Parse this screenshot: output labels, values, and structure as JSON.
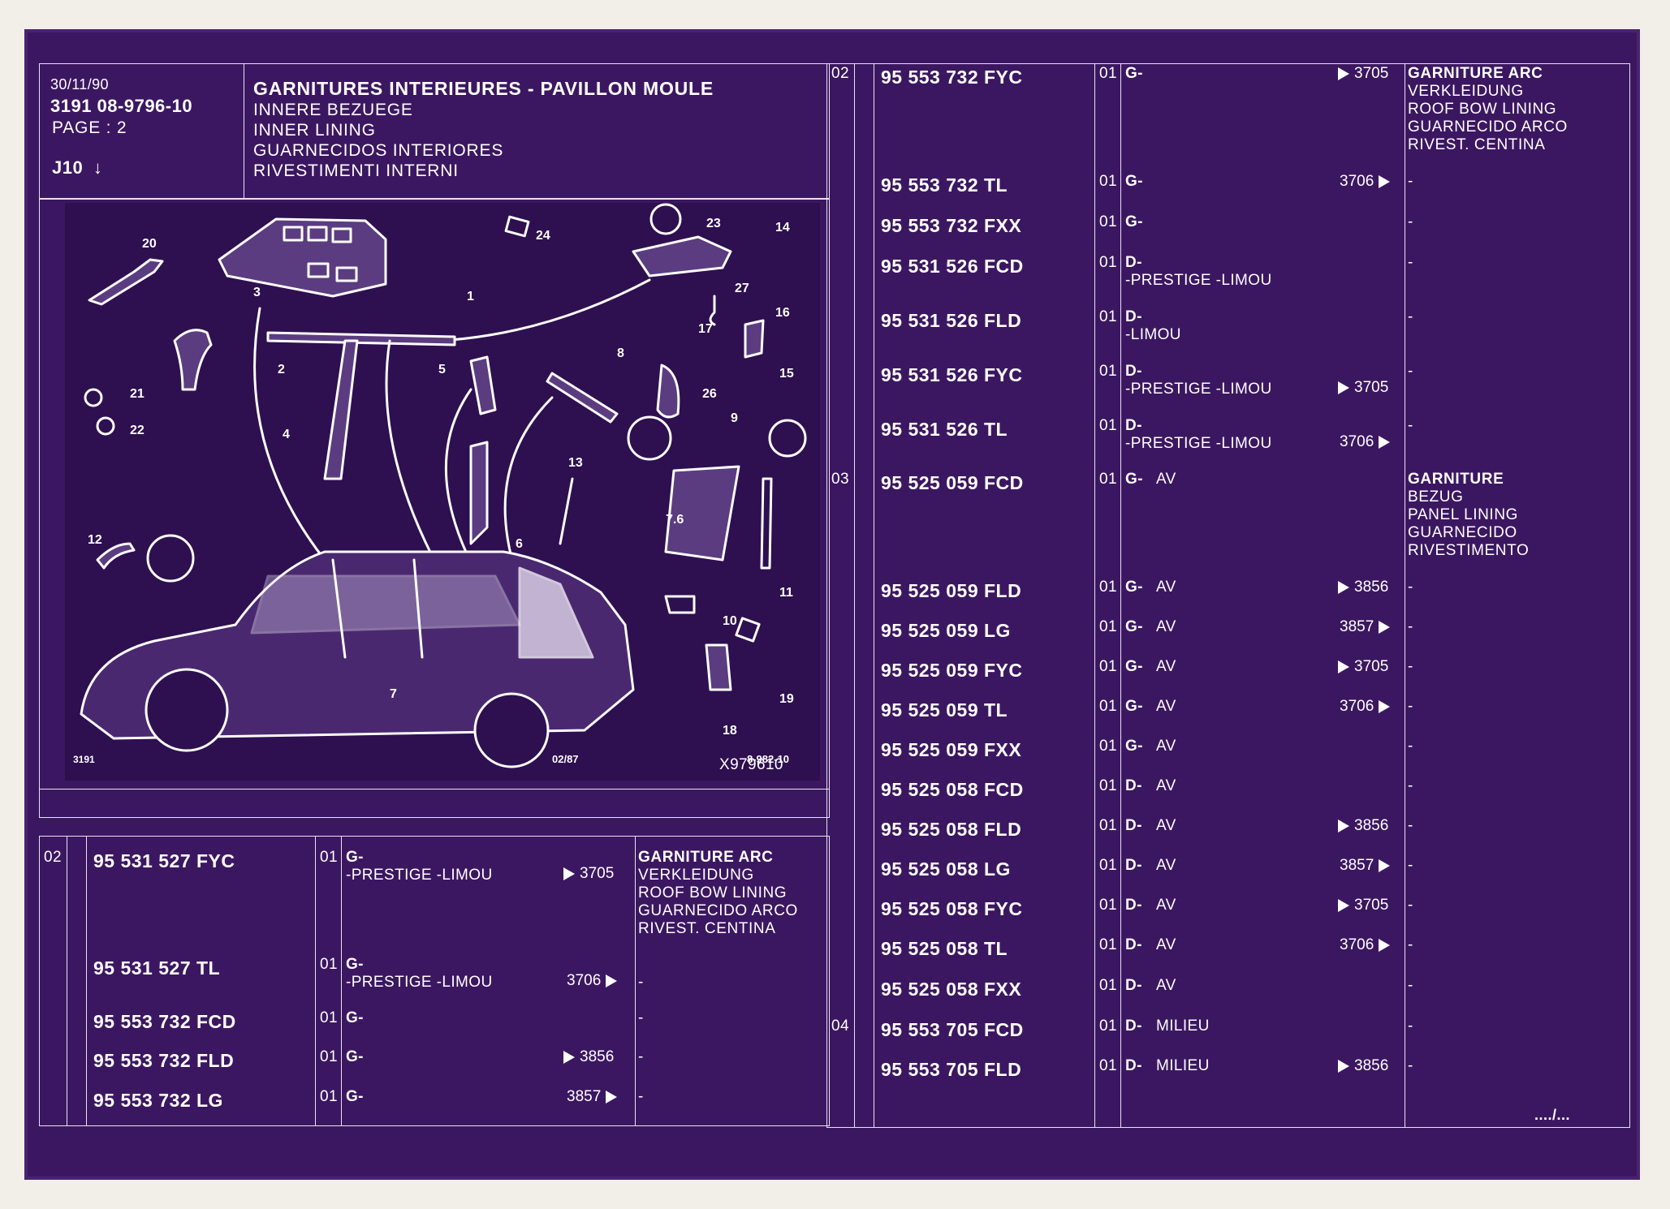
{
  "header": {
    "date": "30/11/90",
    "code": "3191  08-9796-10",
    "page": "PAGE : 2",
    "section": "J10",
    "title": "GARNITURES INTERIEURES - PAVILLON MOULE",
    "subtitles": [
      "INNERE BEZUEGE",
      "INNER LINING",
      "GUARNECIDOS INTERIORES",
      "RIVESTIMENTI INTERNI"
    ]
  },
  "diagram": {
    "labels": [
      "20",
      "3",
      "1",
      "24",
      "23",
      "14",
      "27",
      "17",
      "16",
      "2",
      "5",
      "8",
      "15",
      "21",
      "22",
      "4",
      "26",
      "9",
      "13",
      "7.6",
      "6",
      "12",
      "11",
      "10",
      "7",
      "19",
      "18"
    ],
    "footer_left": "3191",
    "footer_mid": "02/87",
    "footer_right": "8-982-10",
    "ref": "X979610"
  },
  "left_table": {
    "rows": [
      {
        "fig": "02",
        "part": "95 531 527 FYC",
        "qty": "01",
        "side": "G-",
        "note": "-PRESTIGE -LIMOU",
        "ref": "3705",
        "arrow": "left",
        "desc": [
          "GARNITURE ARC",
          "VERKLEIDUNG",
          "ROOF BOW LINING",
          "GUARNECIDO ARCO",
          "RIVEST. CENTINA"
        ]
      },
      {
        "fig": "",
        "part": "95 531 527 TL",
        "qty": "01",
        "side": "G-",
        "note": "-PRESTIGE -LIMOU",
        "ref": "3706",
        "arrow": "right",
        "desc": [
          "-"
        ]
      },
      {
        "fig": "",
        "part": "95 553 732 FCD",
        "qty": "01",
        "side": "G-",
        "note": "",
        "ref": "",
        "arrow": "",
        "desc": [
          "-"
        ]
      },
      {
        "fig": "",
        "part": "95 553 732 FLD",
        "qty": "01",
        "side": "G-",
        "note": "",
        "ref": "3856",
        "arrow": "left",
        "desc": [
          "-"
        ]
      },
      {
        "fig": "",
        "part": "95 553 732 LG",
        "qty": "01",
        "side": "G-",
        "note": "",
        "ref": "3857",
        "arrow": "right",
        "desc": [
          "-"
        ]
      }
    ]
  },
  "right_table": {
    "rows": [
      {
        "fig": "02",
        "part": "95 553 732 FYC",
        "qty": "01",
        "side": "G-",
        "pos": "",
        "note": "",
        "ref": "3705",
        "arrow": "left",
        "desc": [
          "GARNITURE ARC",
          "VERKLEIDUNG",
          "ROOF BOW LINING",
          "GUARNECIDO ARCO",
          "RIVEST. CENTINA"
        ]
      },
      {
        "fig": "",
        "part": "95 553 732 TL",
        "qty": "01",
        "side": "G-",
        "pos": "",
        "note": "",
        "ref": "3706",
        "arrow": "right",
        "desc": [
          "-"
        ]
      },
      {
        "fig": "",
        "part": "95 553 732 FXX",
        "qty": "01",
        "side": "G-",
        "pos": "",
        "note": "",
        "ref": "",
        "arrow": "",
        "desc": [
          "-"
        ]
      },
      {
        "fig": "",
        "part": "95 531 526 FCD",
        "qty": "01",
        "side": "D-",
        "pos": "",
        "note": "-PRESTIGE -LIMOU",
        "ref": "",
        "arrow": "",
        "desc": [
          "-"
        ]
      },
      {
        "fig": "",
        "part": "95 531 526 FLD",
        "qty": "01",
        "side": "D-",
        "pos": "",
        "note": "-LIMOU",
        "ref": "",
        "arrow": "",
        "desc": [
          "-"
        ]
      },
      {
        "fig": "",
        "part": "95 531 526 FYC",
        "qty": "01",
        "side": "D-",
        "pos": "",
        "note": "-PRESTIGE -LIMOU",
        "ref": "3705",
        "arrow": "left",
        "desc": [
          "-"
        ]
      },
      {
        "fig": "",
        "part": "95 531 526 TL",
        "qty": "01",
        "side": "D-",
        "pos": "",
        "note": "-PRESTIGE -LIMOU",
        "ref": "3706",
        "arrow": "right",
        "desc": [
          "-"
        ]
      },
      {
        "fig": "03",
        "part": "95 525 059 FCD",
        "qty": "01",
        "side": "G-",
        "pos": "AV",
        "note": "",
        "ref": "",
        "arrow": "",
        "desc": [
          "GARNITURE",
          "BEZUG",
          "PANEL LINING",
          "GUARNECIDO",
          "RIVESTIMENTO"
        ]
      },
      {
        "fig": "",
        "part": "95 525 059 FLD",
        "qty": "01",
        "side": "G-",
        "pos": "AV",
        "note": "",
        "ref": "3856",
        "arrow": "left",
        "desc": [
          "-"
        ]
      },
      {
        "fig": "",
        "part": "95 525 059 LG",
        "qty": "01",
        "side": "G-",
        "pos": "AV",
        "note": "",
        "ref": "3857",
        "arrow": "right",
        "desc": [
          "-"
        ]
      },
      {
        "fig": "",
        "part": "95 525 059 FYC",
        "qty": "01",
        "side": "G-",
        "pos": "AV",
        "note": "",
        "ref": "3705",
        "arrow": "left",
        "desc": [
          "-"
        ]
      },
      {
        "fig": "",
        "part": "95 525 059 TL",
        "qty": "01",
        "side": "G-",
        "pos": "AV",
        "note": "",
        "ref": "3706",
        "arrow": "right",
        "desc": [
          "-"
        ]
      },
      {
        "fig": "",
        "part": "95 525 059 FXX",
        "qty": "01",
        "side": "G-",
        "pos": "AV",
        "note": "",
        "ref": "",
        "arrow": "",
        "desc": [
          "-"
        ]
      },
      {
        "fig": "",
        "part": "95 525 058 FCD",
        "qty": "01",
        "side": "D-",
        "pos": "AV",
        "note": "",
        "ref": "",
        "arrow": "",
        "desc": [
          "-"
        ]
      },
      {
        "fig": "",
        "part": "95 525 058 FLD",
        "qty": "01",
        "side": "D-",
        "pos": "AV",
        "note": "",
        "ref": "3856",
        "arrow": "left",
        "desc": [
          "-"
        ]
      },
      {
        "fig": "",
        "part": "95 525 058 LG",
        "qty": "01",
        "side": "D-",
        "pos": "AV",
        "note": "",
        "ref": "3857",
        "arrow": "right",
        "desc": [
          "-"
        ]
      },
      {
        "fig": "",
        "part": "95 525 058 FYC",
        "qty": "01",
        "side": "D-",
        "pos": "AV",
        "note": "",
        "ref": "3705",
        "arrow": "left",
        "desc": [
          "-"
        ]
      },
      {
        "fig": "",
        "part": "95 525 058 TL",
        "qty": "01",
        "side": "D-",
        "pos": "AV",
        "note": "",
        "ref": "3706",
        "arrow": "right",
        "desc": [
          "-"
        ]
      },
      {
        "fig": "",
        "part": "95 525 058 FXX",
        "qty": "01",
        "side": "D-",
        "pos": "AV",
        "note": "",
        "ref": "",
        "arrow": "",
        "desc": [
          "-"
        ]
      },
      {
        "fig": "04",
        "part": "95 553 705 FCD",
        "qty": "01",
        "side": "D-",
        "pos": "MILIEU",
        "note": "",
        "ref": "",
        "arrow": "",
        "desc": [
          "-"
        ]
      },
      {
        "fig": "",
        "part": "95 553 705 FLD",
        "qty": "01",
        "side": "D-",
        "pos": "MILIEU",
        "note": "",
        "ref": "3856",
        "arrow": "left",
        "desc": [
          "-"
        ]
      }
    ],
    "continuation": "..../..."
  },
  "colors": {
    "sheet": "#3c1761",
    "line": "#e9e2f2",
    "paper": "#f2efe9"
  }
}
